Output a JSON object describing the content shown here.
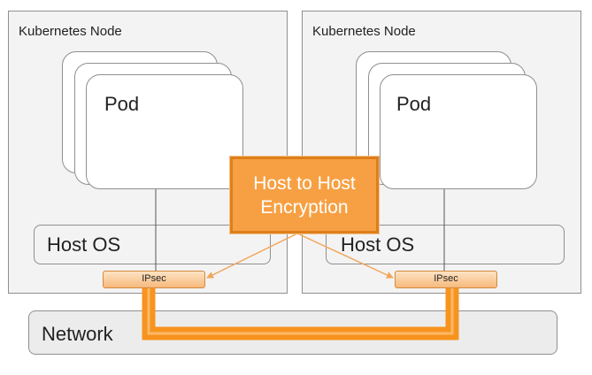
{
  "nodes": [
    {
      "title": "Kubernetes Node",
      "pod_label": "Pod",
      "hostos_label": "Host OS",
      "ipsec_label": "IPsec"
    },
    {
      "title": "Kubernetes Node",
      "pod_label": "Pod",
      "hostos_label": "Host OS",
      "ipsec_label": "IPsec"
    }
  ],
  "network": {
    "label": "Network"
  },
  "encryption": {
    "label": "Host to Host Encryption"
  },
  "colors": {
    "tunnel": "#f7931e",
    "arrow": "#f2a65a",
    "box_fill": "#f3f3f3",
    "border": "#8f8f8f"
  }
}
